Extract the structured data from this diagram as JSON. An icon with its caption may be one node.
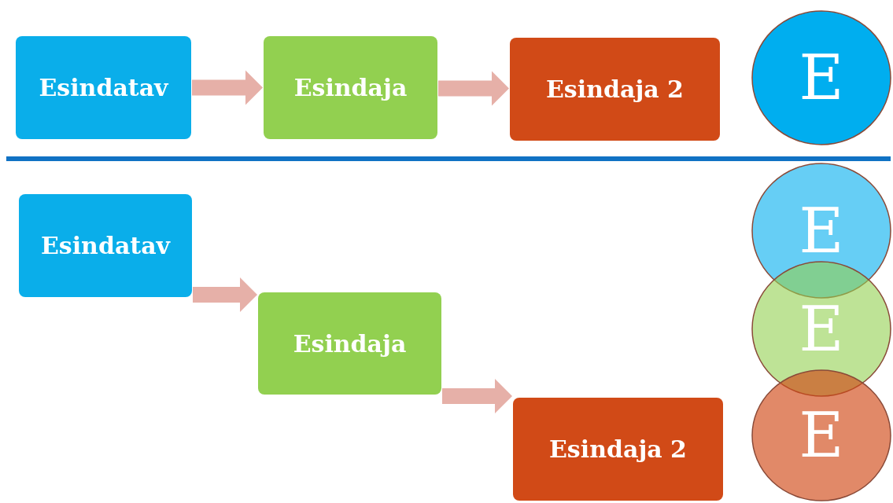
{
  "diagram": {
    "nodes": [
      {
        "text": [
          "Esindatav"
        ]
      },
      {
        "text": [
          "Esindaja"
        ]
      },
      {
        "text": [
          "Esindaja 2"
        ]
      },
      {
        "text": [
          "E"
        ]
      },
      {
        "text": [
          "Esindatav"
        ]
      },
      {
        "text": [
          "Esindaja"
        ]
      },
      {
        "text": [
          "Esindaja 2"
        ]
      },
      {
        "text": [
          "E"
        ]
      },
      {
        "text": [
          "E"
        ]
      },
      {
        "text": [
          "E"
        ]
      }
    ],
    "edges": [
      {
        "from": 0,
        "to": 1,
        "arrow": "to"
      },
      {
        "from": 1,
        "to": 2,
        "arrow": "to"
      },
      {
        "from": 4,
        "to": 5,
        "arrow": "to"
      },
      {
        "from": 5,
        "to": 6,
        "arrow": "to"
      }
    ]
  }
}
